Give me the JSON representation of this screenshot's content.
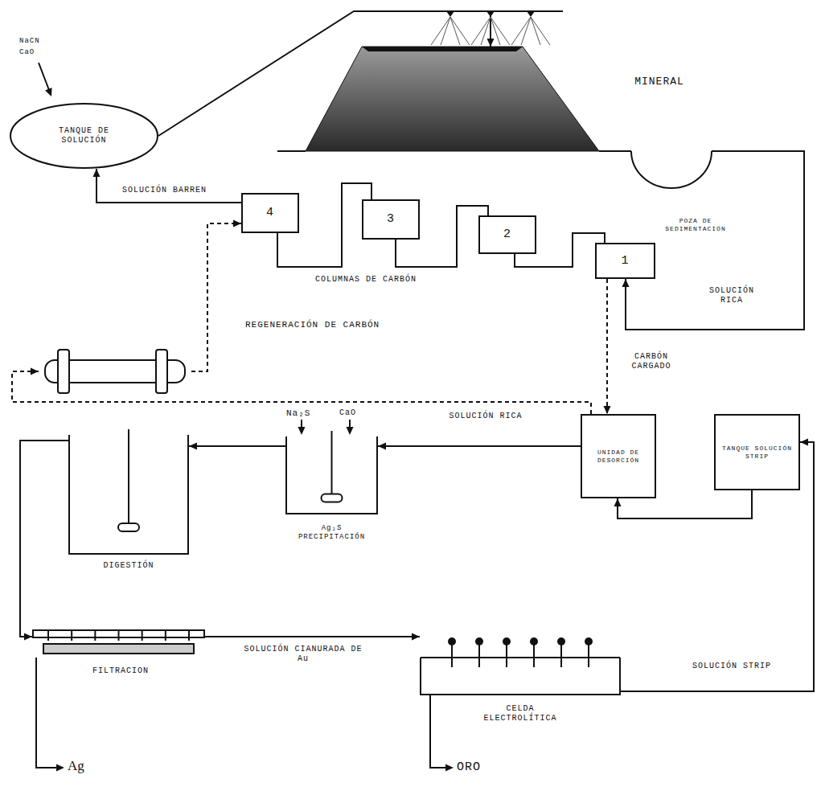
{
  "diagram": {
    "nodes": [
      {
        "text": [
          "TANQUE DE SOLUCIÓN"
        ]
      },
      {
        "text": [
          "MINERAL"
        ]
      },
      {
        "text": [
          "POZA DE SEDIMENTACIÓN"
        ]
      },
      {
        "text": [
          "4"
        ]
      },
      {
        "text": [
          "3"
        ]
      },
      {
        "text": [
          "2"
        ]
      },
      {
        "text": [
          "1"
        ]
      },
      {
        "text": [
          "REGENERACIÓN DE CARBÓN"
        ]
      },
      {
        "text": [
          "UNIDAD DE DESORCIÓN"
        ]
      },
      {
        "text": [
          "TANQUE SOLUCIÓN STRIP"
        ]
      },
      {
        "text": [
          "Ag₂S PRECIPITACIÓN"
        ]
      },
      {
        "text": [
          "DIGESTIÓN"
        ]
      },
      {
        "text": [
          "FILTRACION"
        ]
      },
      {
        "text": [
          "CELDA ELECTROLÍTICA"
        ]
      }
    ],
    "edges": [
      {
        "from": 0,
        "to": 1,
        "arrow": "to"
      },
      {
        "from": 1,
        "to": 2,
        "arrow": "none"
      },
      {
        "from": 2,
        "to": 6,
        "label": "SOLUCIÓN RICA",
        "arrow": "to"
      },
      {
        "from": 6,
        "to": 5,
        "arrow": "none"
      },
      {
        "from": 5,
        "to": 4,
        "arrow": "none"
      },
      {
        "from": 4,
        "to": 3,
        "arrow": "none"
      },
      {
        "from": 3,
        "to": 0,
        "label": "SOLUCIÓN BARREN",
        "arrow": "to"
      },
      {
        "from": 6,
        "to": 8,
        "label": "CARBÓN CARGADO",
        "arrow": "to"
      },
      {
        "from": 8,
        "to": 7,
        "arrow": "to"
      },
      {
        "from": 7,
        "to": 3,
        "arrow": "to"
      },
      {
        "from": 9,
        "to": 8,
        "arrow": "to"
      },
      {
        "from": 8,
        "to": 10,
        "label": "SOLUCIÓN RICA",
        "arrow": "to"
      },
      {
        "from": 10,
        "to": 11,
        "arrow": "to"
      },
      {
        "from": 11,
        "to": 12,
        "arrow": "to"
      },
      {
        "from": 12,
        "to": 13,
        "label": "SOLUCIÓN CIANURADA DE Au",
        "arrow": "to"
      },
      {
        "from": 13,
        "to": 9,
        "label": "SOLUCIÓN STRIP",
        "arrow": "to"
      }
    ],
    "labels": [
      "NaCN",
      "CaO",
      "COLUMNAS DE CARBÓN",
      "Na₂S",
      "CaO",
      "Ag",
      "ORO"
    ]
  }
}
